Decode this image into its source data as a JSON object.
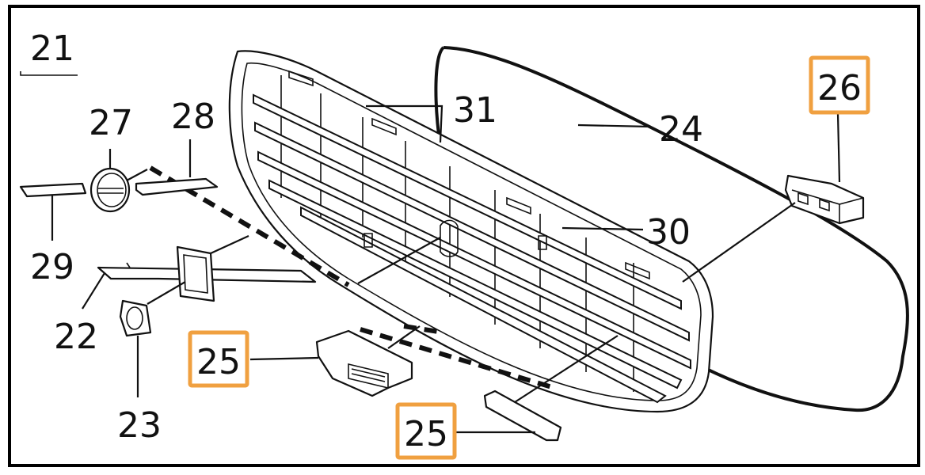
{
  "diagram": {
    "group_label": "21",
    "callouts": [
      {
        "id": "c21",
        "label": "21",
        "highlighted": false
      },
      {
        "id": "c22",
        "label": "22",
        "highlighted": false
      },
      {
        "id": "c23",
        "label": "23",
        "highlighted": false
      },
      {
        "id": "c24",
        "label": "24",
        "highlighted": false
      },
      {
        "id": "c25a",
        "label": "25",
        "highlighted": true
      },
      {
        "id": "c25b",
        "label": "25",
        "highlighted": true
      },
      {
        "id": "c26",
        "label": "26",
        "highlighted": true
      },
      {
        "id": "c27",
        "label": "27",
        "highlighted": false
      },
      {
        "id": "c28",
        "label": "28",
        "highlighted": false
      },
      {
        "id": "c29",
        "label": "29",
        "highlighted": false
      },
      {
        "id": "c30",
        "label": "30",
        "highlighted": false
      },
      {
        "id": "c31",
        "label": "31",
        "highlighted": false
      }
    ],
    "colors": {
      "highlight": "#f0a040",
      "line": "#111111",
      "background": "#ffffff"
    }
  }
}
